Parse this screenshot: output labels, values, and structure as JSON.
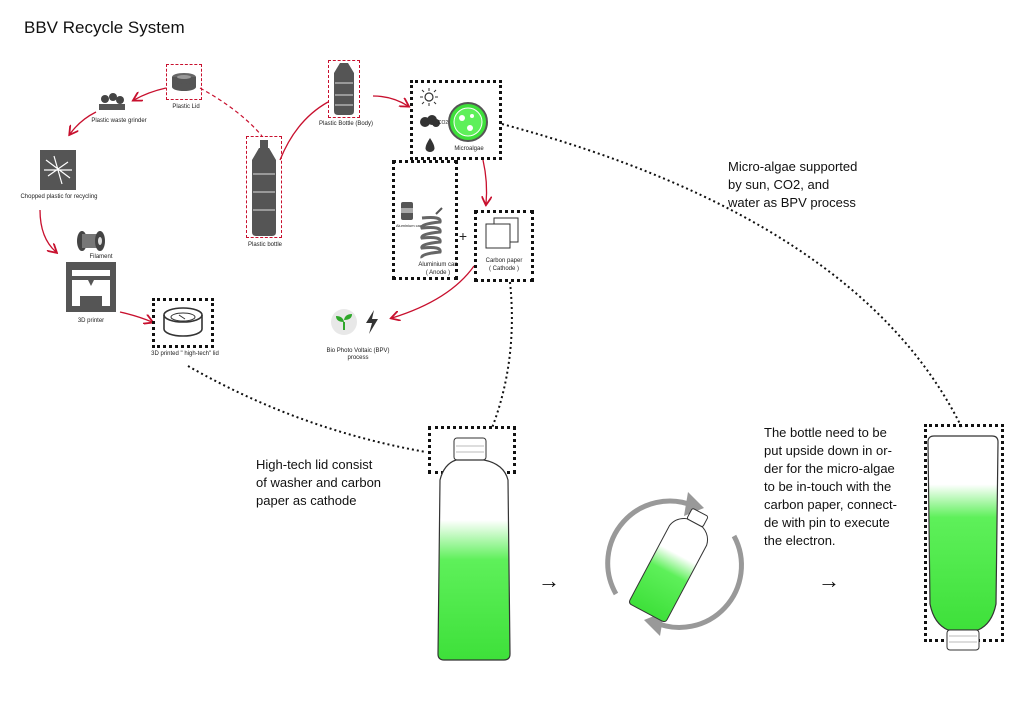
{
  "title": "BBV Recycle System",
  "labels": {
    "plastic_lid": "Plastic Lid",
    "plastic_waste_grinder": "Plastic waste grinder",
    "chopped_plastic": "Chopped plastic for recycling",
    "filament": "Filament",
    "printer_3d": "3D printer",
    "printed_lid": "3D printed \" high-tech\" lid",
    "plastic_bottle": "Plastic bottle",
    "plastic_bottle_body": "Plastic Bottle (Body)",
    "microalgae": "Microalgae",
    "co2": "CO2",
    "aluminium_can_small": "Aluminium can",
    "aluminium_can": "Aluminium can",
    "anode": "( Anode )",
    "carbon_paper": "Carbon paper",
    "cathode": "( Cathode )",
    "plus": "+",
    "bpv_process": "Bio Photo Voltaic (BPV) process"
  },
  "texts": {
    "microalgae_note": [
      "Micro-algae supported",
      "by sun, CO2, and",
      "water as BPV process"
    ],
    "lid_note": [
      "High-tech lid consist",
      "of washer and carbon",
      "paper as cathode"
    ],
    "bottle_note": [
      "The bottle need to be",
      "put upside down in or-",
      "der for the micro-algae",
      "to be in-touch with the",
      "carbon paper, connect-",
      "de with pin to execute",
      "the electron."
    ]
  },
  "arrows": {
    "step1": "→",
    "step2": "→"
  },
  "colors": {
    "accent_red": "#c8102e",
    "algae_green": "#3ee03a",
    "icon_gray": "#555555"
  }
}
